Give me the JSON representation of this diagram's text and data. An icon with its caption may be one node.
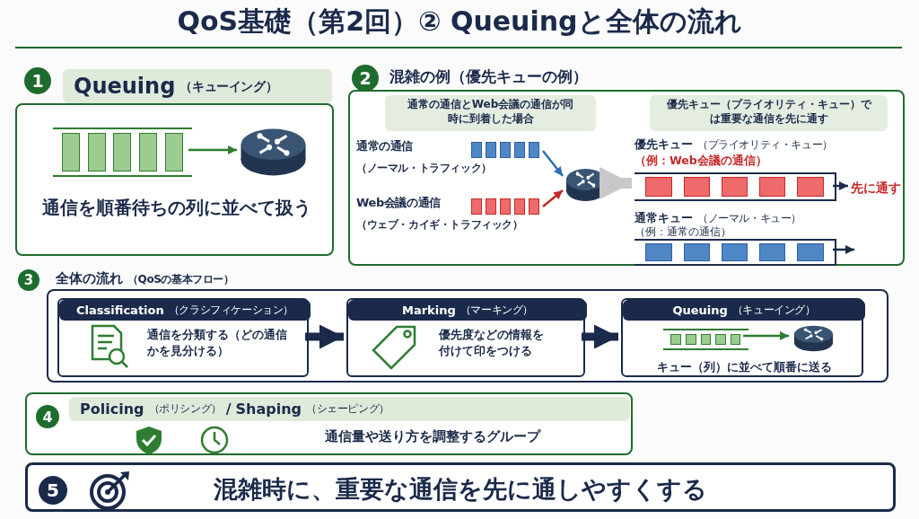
{
  "diagram": {
    "title": "QoS基礎（第2回）② Queuingと全体の流れ",
    "nodes": [
      {
        "text": [
          "1"
        ]
      },
      {
        "text": [
          "Queuing",
          "（キューイング）",
          "通信を順番待ちの列に並べて扱う"
        ]
      },
      {
        "text": [],
        "shape": "box",
        "in": 1
      },
      {
        "text": [],
        "shape": "cylinder",
        "in": 1
      },
      {
        "text": [
          "2"
        ]
      },
      {
        "text": [
          "混雑の例（優先キューの例）"
        ]
      },
      {
        "text": [
          "通常の通信とWeb会議の通信が同時に到着した場合"
        ],
        "in": 5
      },
      {
        "text": [
          "優先キュー（プライオリティ・キュー）では重要な通信を先に通す"
        ],
        "in": 5
      },
      {
        "text": [],
        "shape": "box",
        "in": 5,
        "beside": [
          "通常の通信",
          "（ノーマル・トラフィック）"
        ]
      },
      {
        "text": [],
        "shape": "box",
        "in": 5,
        "beside": [
          "Web会議の通信",
          "（ウェブ・カイギ・トラフィック）"
        ]
      },
      {
        "text": [],
        "shape": "cylinder",
        "in": 5
      },
      {
        "text": [
          "優先キュー",
          "（プライオリティ・キュー）",
          "（例：Web会議の通信）"
        ],
        "in": 5
      },
      {
        "text": [
          "先に通す"
        ],
        "in": 5
      },
      {
        "text": [
          "通常キュー",
          "（ノーマル・キュー）",
          "（例：通常の通信）"
        ],
        "in": 5
      },
      {
        "text": [
          "3"
        ]
      },
      {
        "text": [
          "全体の流れ",
          "（QoSの基本フロー）"
        ]
      },
      {
        "text": [
          "Classification",
          "（クラシフィケーション）",
          "通信を分類する（どの通信かを見分ける）"
        ],
        "in": 15
      },
      {
        "text": [
          "Marking",
          "（マーキング）",
          "優先度などの情報を付けて印をつける"
        ],
        "in": 15
      },
      {
        "text": [
          "Queuing",
          "（キューイング）",
          "キュー（列）に並べて順番に送る"
        ],
        "in": 15
      },
      {
        "text": [],
        "shape": "box",
        "in": 18
      },
      {
        "text": [],
        "shape": "cylinder",
        "in": 18
      },
      {
        "text": [
          "Policing",
          "（ポリシング）",
          "/",
          "Shaping",
          "（シェーピング）",
          "通信量や送り方を調整するグループ"
        ]
      },
      {
        "text": [
          "4"
        ],
        "in": 21
      },
      {
        "text": [
          "混雑時に、重要な通信を先に通しやすくする"
        ]
      },
      {
        "text": [
          "5"
        ],
        "in": 23
      }
    ],
    "edges": [
      {
        "from": 2,
        "to": 3,
        "arrow": "to",
        "color": "#2e7d32"
      },
      {
        "from": 8,
        "to": 10,
        "arrow": "to",
        "color": "#2f6db5"
      },
      {
        "from": 9,
        "to": 10,
        "arrow": "to",
        "color": "#c62828"
      },
      {
        "from": 10,
        "to": 11,
        "arrow": "to",
        "style": "thick",
        "color": "#c8c8c8"
      },
      {
        "from": 11,
        "to": 12,
        "arrow": "to"
      },
      {
        "from": 13,
        "to": null,
        "arrow": "to"
      },
      {
        "from": 16,
        "to": 17,
        "arrow": "to",
        "style": "thick"
      },
      {
        "from": 17,
        "to": 18,
        "arrow": "to",
        "style": "thick"
      },
      {
        "from": 19,
        "to": 20,
        "arrow": "to",
        "color": "#2e7d32"
      }
    ]
  }
}
